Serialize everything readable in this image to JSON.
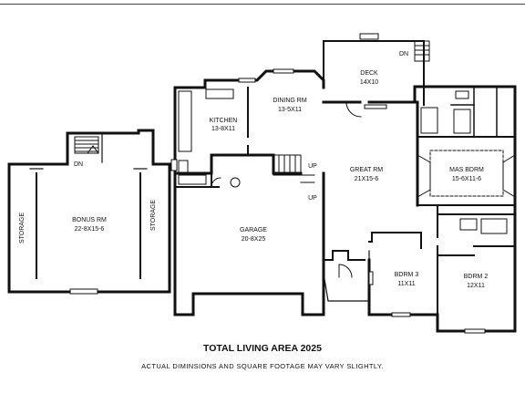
{
  "rooms": {
    "deck": {
      "name": "DECK",
      "dim": "14X10"
    },
    "dining": {
      "name": "DINING RM",
      "dim": "13-5X11"
    },
    "kitchen": {
      "name": "KITCHEN",
      "dim": "13-8X11"
    },
    "great": {
      "name": "GREAT RM",
      "dim": "21X15-6"
    },
    "master": {
      "name": "MAS BDRM",
      "dim": "15-6X11-6"
    },
    "bonus": {
      "name": "BONUS RM",
      "dim": "22-8X15-6"
    },
    "garage": {
      "name": "GARAGE",
      "dim": "20-8X25"
    },
    "bdrm3": {
      "name": "BDRM 3",
      "dim": "11X11"
    },
    "bdrm2": {
      "name": "BDRM 2",
      "dim": "12X11"
    }
  },
  "labels": {
    "storage": "STORAGE",
    "dn": "DN",
    "up": "UP"
  },
  "footer": {
    "total": "TOTAL LIVING AREA 2025",
    "note": "ACTUAL DIMINSIONS AND SQUARE FOOTAGE MAY VARY SLIGHTLY."
  }
}
